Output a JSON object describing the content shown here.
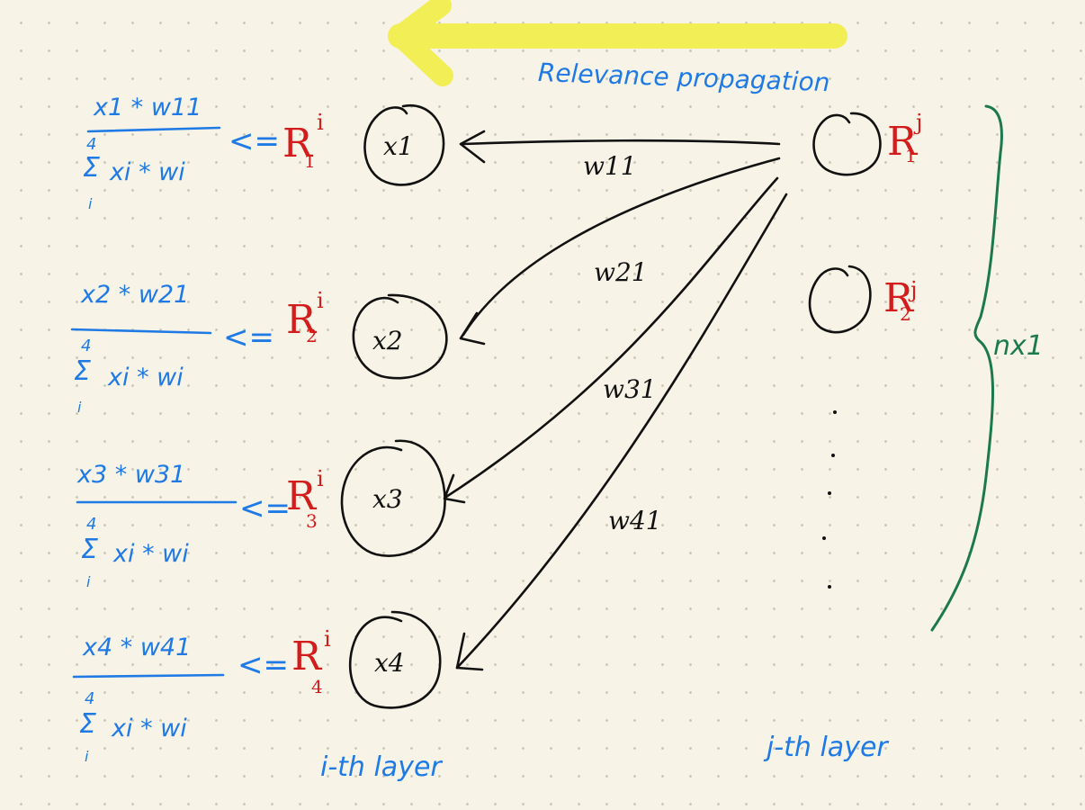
{
  "title": "Relevance propagation",
  "colors": {
    "arrow_highlight": "#f2ee55",
    "blue_ink": "#1f7ae6",
    "red_ink": "#d31c1c",
    "green_ink": "#1c7a4a",
    "black_ink": "#111111"
  },
  "layer_i": {
    "label": "i-th layer",
    "nodes": [
      "x1",
      "x2",
      "x3",
      "x4"
    ],
    "relevances": [
      {
        "base": "R",
        "sub": "1",
        "sup": "i"
      },
      {
        "base": "R",
        "sub": "2",
        "sup": "i"
      },
      {
        "base": "R",
        "sub": "3",
        "sup": "i"
      },
      {
        "base": "R",
        "sub": "4",
        "sup": "i"
      }
    ]
  },
  "layer_j": {
    "label": "j-th layer",
    "relevances": [
      {
        "base": "R",
        "sub": "1",
        "sup": "j"
      },
      {
        "base": "R",
        "sub": "2",
        "sup": "j"
      }
    ],
    "brace_label": "nx1"
  },
  "weights": [
    "w11",
    "w21",
    "w31",
    "w41"
  ],
  "formulas": [
    {
      "numerator": "x1 * w11",
      "sum_top": "4",
      "sum_bottom": "i",
      "denominator": "xi * wi",
      "arrow": "<="
    },
    {
      "numerator": "x2 * w21",
      "sum_top": "4",
      "sum_bottom": "i",
      "denominator": "xi * wi",
      "arrow": "<="
    },
    {
      "numerator": "x3 * w31",
      "sum_top": "4",
      "sum_bottom": "i",
      "denominator": "xi * wi",
      "arrow": "<="
    },
    {
      "numerator": "x4 * w41",
      "sum_top": "4",
      "sum_bottom": "i",
      "denominator": "xi * wi",
      "arrow": "<="
    }
  ]
}
